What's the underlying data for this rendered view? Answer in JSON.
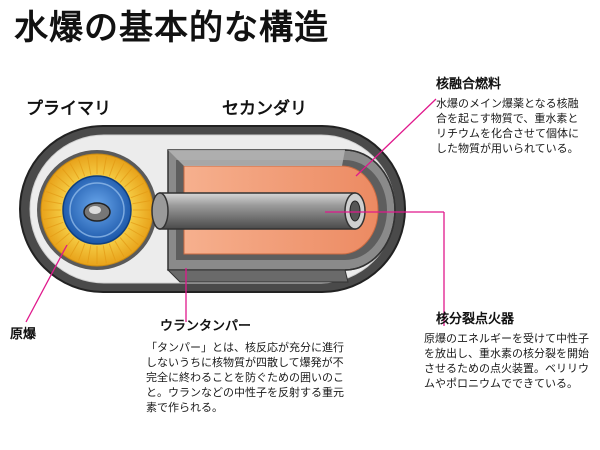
{
  "title": "水爆の基本的な構造",
  "stage_labels": {
    "primary": "プライマリ",
    "secondary": "セカンダリ"
  },
  "callouts": {
    "fusion_fuel": {
      "heading": "核融合燃料",
      "text": "水爆のメイン爆薬となる核融合を起こす物質で、重水素とリチウムを化合させて個体にした物質が用いられている。"
    },
    "primary_bomb": {
      "heading": "原爆"
    },
    "tamper": {
      "heading": "ウランタンパー",
      "text": "「タンパー」とは、核反応が充分に進行しないうちに核物質が四散して爆発が不完全に終わることを防ぐための囲いのこと。ウランなどの中性子を反射する重元素で作られる。"
    },
    "spark_plug": {
      "heading": "核分裂点火器",
      "text": "原爆のエネルギーを受けて中性子を放出し、重水素の核分裂を開始させるための点火装置。ベリリウムやポロニウムでできている。"
    }
  },
  "colors": {
    "casing": "#4a4a4a",
    "casing_inner": "#e9e9e9",
    "fusion_fuel": "#f2a07a",
    "tamper": "#808080",
    "leader_line": "#e0188c",
    "primary_core": "#1e6fc8",
    "primary_sphere": "#f5c431"
  }
}
